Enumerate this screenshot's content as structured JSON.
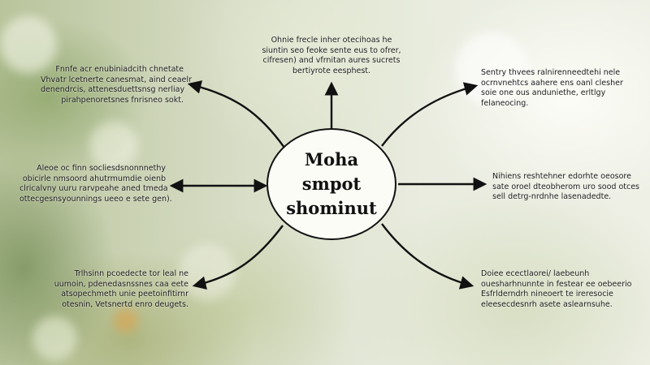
{
  "center": {
    "title_line1": "Moha smpot",
    "title_line2": "shominut"
  },
  "notes": {
    "top": [
      "Ohnie frecle inher otecihoas he",
      "siuntin seo feoke sente eus to ofrer,",
      "cifresen) and vfrnitan aures sucrets",
      "bertiyrote eesphest."
    ],
    "top_left": [
      "Fnnfe acr enubiniadcith chnetate",
      "Vhvatr lcetnerte canesmat, aind ceaelr",
      "denendrcis, attenesduettsnsg nerliay",
      "pirahpenoretsnes fnrisneo sokt."
    ],
    "top_right": [
      "Sentry thvees ralnirenneedtehi nele",
      "ocrnvnehtcs aahere ens oanl clesher",
      "soie one ous anduniethe, erltlgy",
      "felaneocing."
    ],
    "mid_left": [
      "Aleoe oc finn socliesdsnonnnethy",
      "obicirle nmsoord ahutrmumdie oienb",
      "clricalvny uuru rarvpeahe aned tmeda",
      "ottecgesnsyounnings ueeo e sete gen)."
    ],
    "mid_right": [
      "Nihiens reshtehner edorhte oeosore",
      "sate oroel dteobherom uro sood otces",
      "sell detrg-nrdnhe lasenadedte."
    ],
    "bottom_left": [
      "Trlhsinn pcoedecte tor leal ne",
      "uumoin, pdenedasnssnes caa eete",
      "atsopechmeth unie peetoinfitirnr",
      "otesnin, Vetsnertd enro deugets."
    ],
    "bottom_right": [
      "Doiee ecectlaorei/ laebeunh",
      "ouesharhnunnte in festear ee oebeerio",
      "Esfrlderndrh nineoert te ireresocie",
      "eleesecdesnrh asete aslearnsuhe."
    ]
  }
}
